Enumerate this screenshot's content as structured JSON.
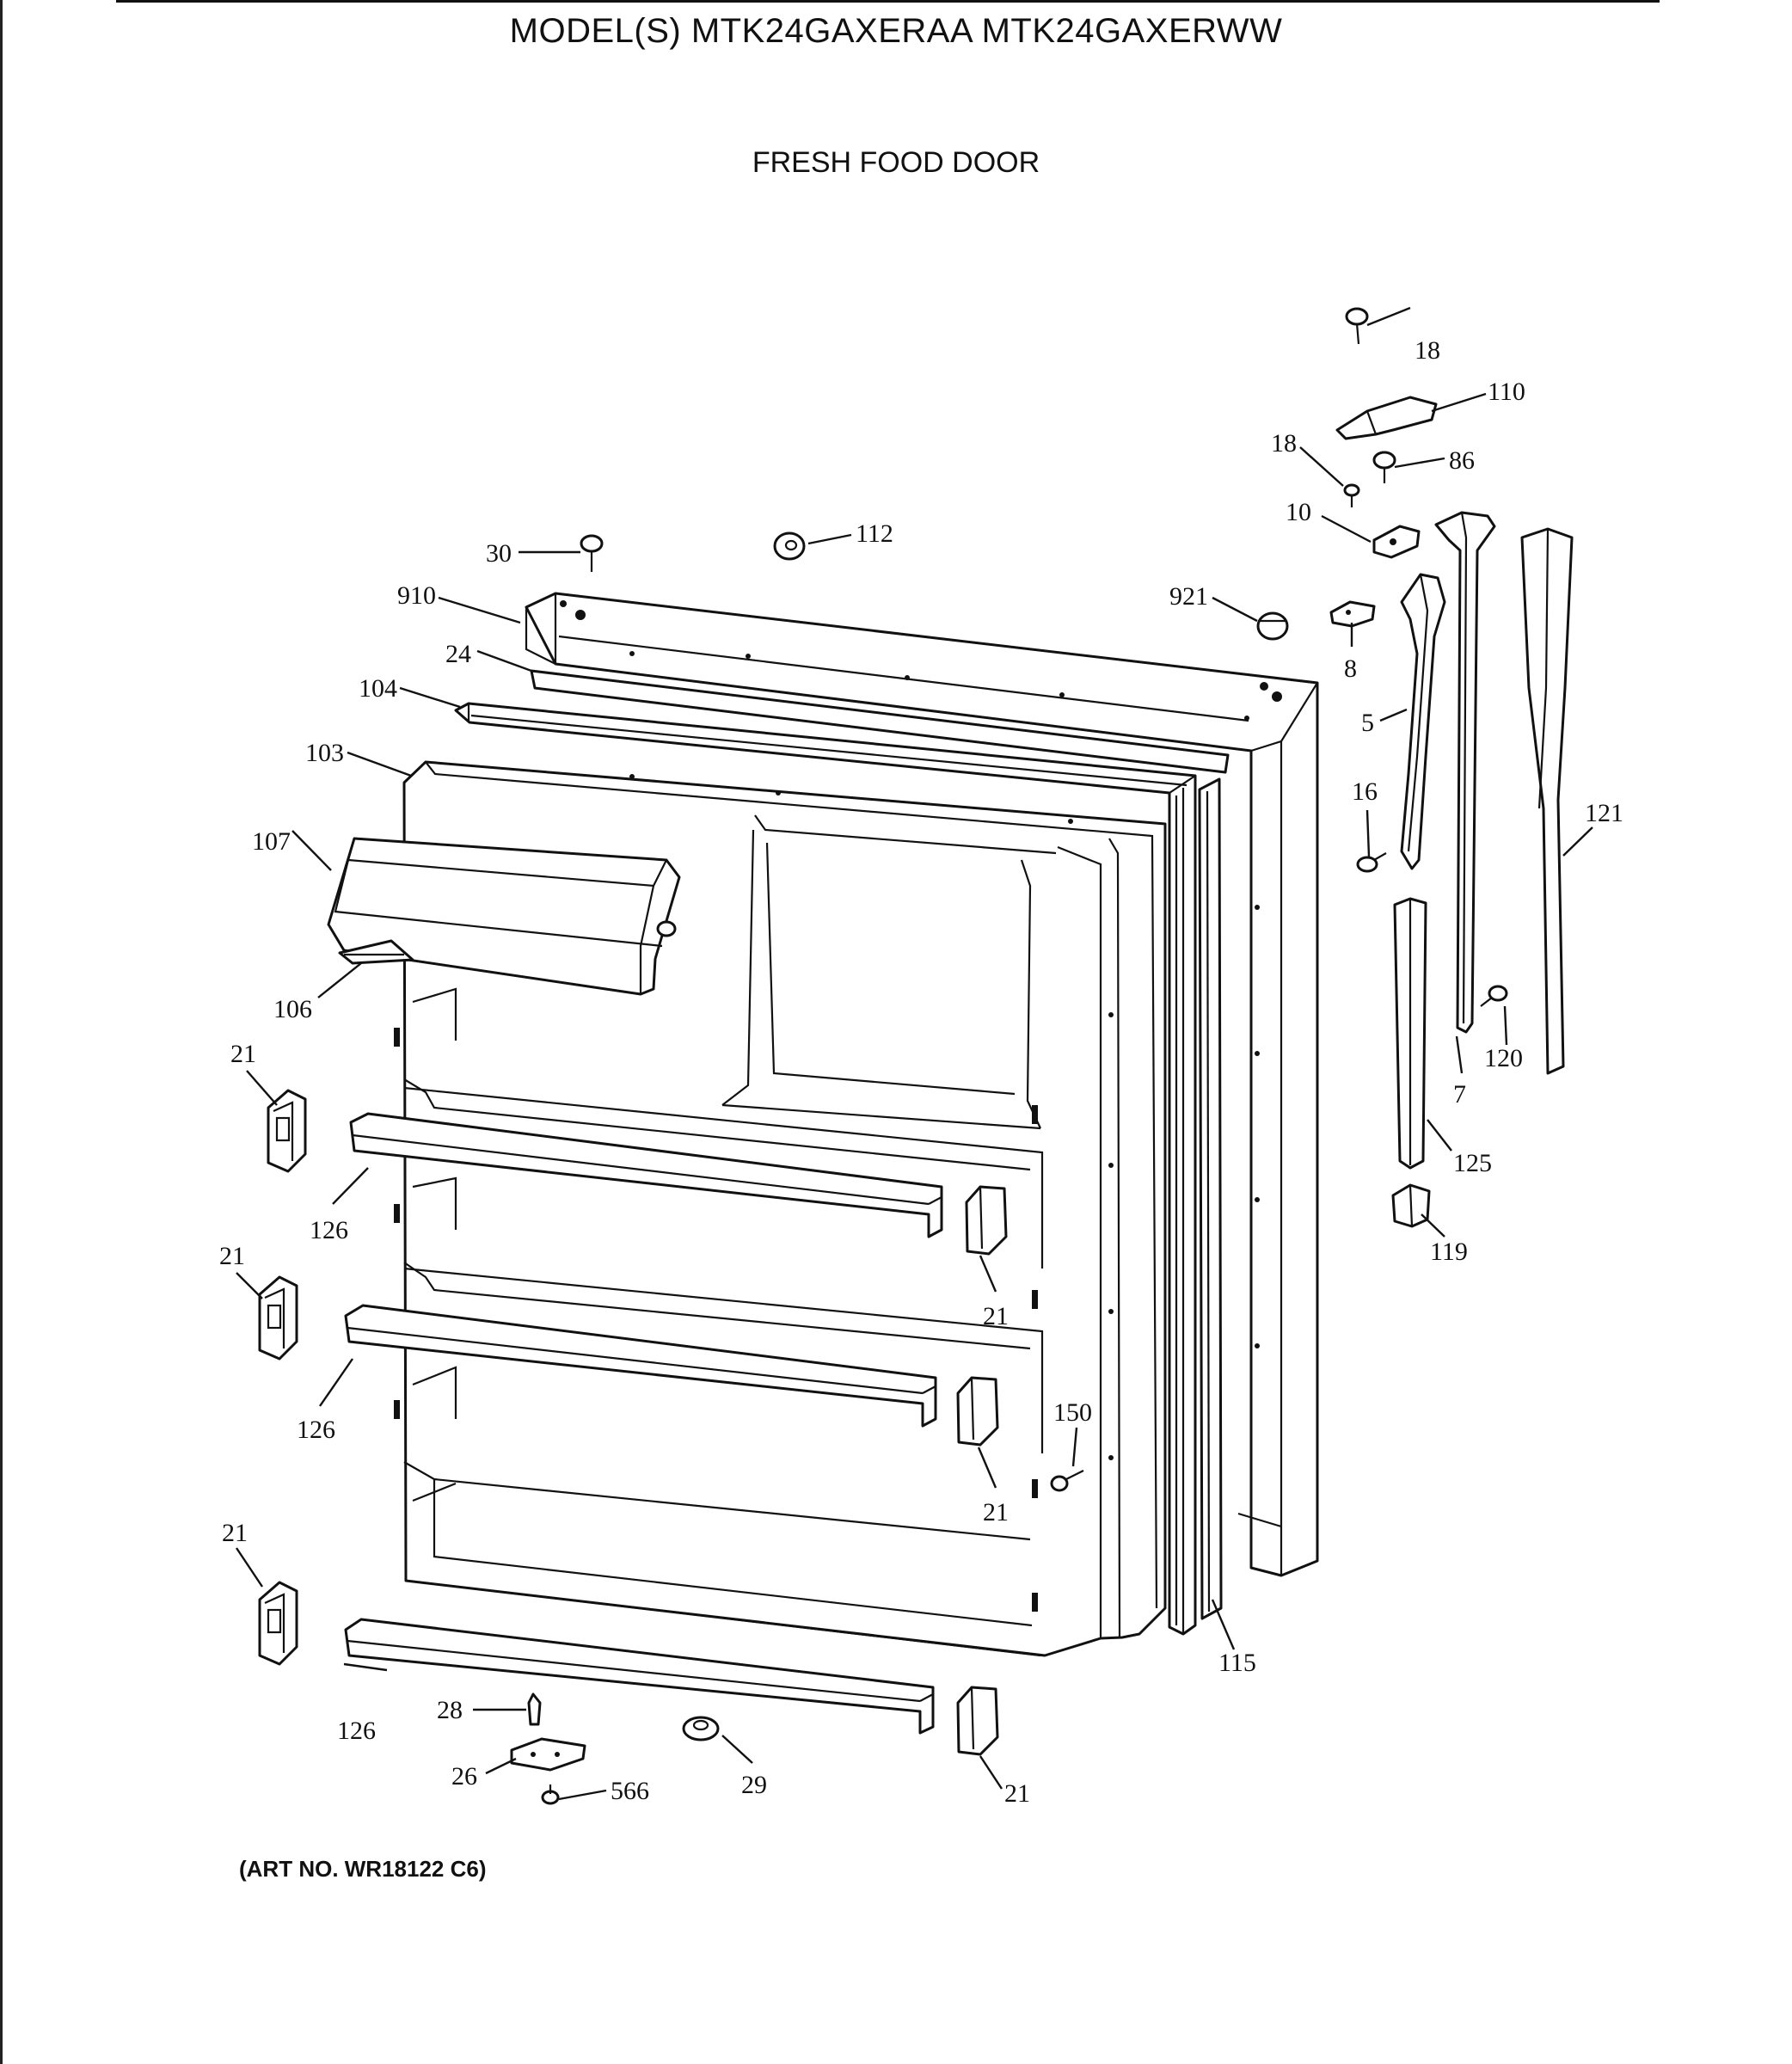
{
  "header": {
    "title": "MODEL(S) MTK24GAXERAA  MTK24GAXERWW",
    "subtitle": "FRESH FOOD DOOR"
  },
  "footer": {
    "art_no": "(ART NO. WR18122 C6)"
  },
  "callouts": [
    {
      "key": "c18a",
      "label": "18"
    },
    {
      "key": "c110",
      "label": "110"
    },
    {
      "key": "c18b",
      "label": "18"
    },
    {
      "key": "c86",
      "label": "86"
    },
    {
      "key": "c10",
      "label": "10"
    },
    {
      "key": "c30",
      "label": "30"
    },
    {
      "key": "c112",
      "label": "112"
    },
    {
      "key": "c910",
      "label": "910"
    },
    {
      "key": "c921",
      "label": "921"
    },
    {
      "key": "c8",
      "label": "8"
    },
    {
      "key": "c24",
      "label": "24"
    },
    {
      "key": "c104",
      "label": "104"
    },
    {
      "key": "c5",
      "label": "5"
    },
    {
      "key": "c103",
      "label": "103"
    },
    {
      "key": "c16",
      "label": "16"
    },
    {
      "key": "c121",
      "label": "121"
    },
    {
      "key": "c107",
      "label": "107"
    },
    {
      "key": "c106",
      "label": "106"
    },
    {
      "key": "c21a",
      "label": "21"
    },
    {
      "key": "c120",
      "label": "120"
    },
    {
      "key": "c7",
      "label": "7"
    },
    {
      "key": "c125",
      "label": "125"
    },
    {
      "key": "c126a",
      "label": "126"
    },
    {
      "key": "c119",
      "label": "119"
    },
    {
      "key": "c21b",
      "label": "21"
    },
    {
      "key": "c21c",
      "label": "21"
    },
    {
      "key": "c126b",
      "label": "126"
    },
    {
      "key": "c150",
      "label": "150"
    },
    {
      "key": "c21d",
      "label": "21"
    },
    {
      "key": "c21e",
      "label": "21"
    },
    {
      "key": "c115",
      "label": "115"
    },
    {
      "key": "c126c",
      "label": "126"
    },
    {
      "key": "c28",
      "label": "28"
    },
    {
      "key": "c26",
      "label": "26"
    },
    {
      "key": "c566",
      "label": "566"
    },
    {
      "key": "c29",
      "label": "29"
    },
    {
      "key": "c21f",
      "label": "21"
    }
  ]
}
